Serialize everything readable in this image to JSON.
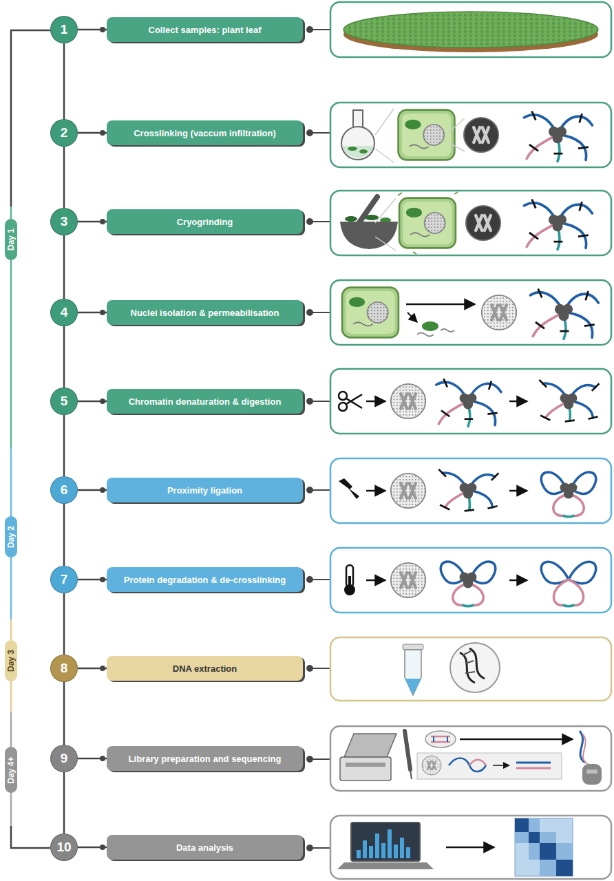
{
  "diagram": {
    "nodes": [
      {
        "text": [
          "1"
        ]
      },
      {
        "text": [
          "Collect samples: plant leaf"
        ]
      },
      {
        "text": [
          "2"
        ]
      },
      {
        "text": [
          "Crosslinking (vaccum infiltration)"
        ]
      },
      {
        "text": [
          "3"
        ]
      },
      {
        "text": [
          "Cryogrinding"
        ]
      },
      {
        "text": [
          "4"
        ]
      },
      {
        "text": [
          "Nuclei isolation & permeabilisation"
        ]
      },
      {
        "text": [
          "5"
        ]
      },
      {
        "text": [
          "Chromatin denaturation & digestion"
        ]
      },
      {
        "text": [
          "6"
        ]
      },
      {
        "text": [
          "Proximity ligation"
        ]
      },
      {
        "text": [
          "7"
        ]
      },
      {
        "text": [
          "Protein degradation & de-crosslinking"
        ]
      },
      {
        "text": [
          "8"
        ]
      },
      {
        "text": [
          "DNA extraction"
        ]
      },
      {
        "text": [
          "9"
        ]
      },
      {
        "text": [
          "Library preparation and sequencing"
        ]
      },
      {
        "text": [
          "10"
        ]
      },
      {
        "text": [
          "Data analysis"
        ]
      },
      {
        "text": [
          "Day 1"
        ]
      },
      {
        "text": [
          "Day 2"
        ]
      },
      {
        "text": [
          "Day 3"
        ]
      },
      {
        "text": [
          "Day 4+"
        ]
      }
    ],
    "edges": [
      {
        "from": 0,
        "to": 1,
        "arrow": "none"
      },
      {
        "from": 0,
        "to": 2,
        "arrow": "none"
      },
      {
        "from": 2,
        "to": 3,
        "arrow": "none"
      },
      {
        "from": 2,
        "to": 4,
        "arrow": "none"
      },
      {
        "from": 4,
        "to": 5,
        "arrow": "none"
      },
      {
        "from": 4,
        "to": 6,
        "arrow": "none"
      },
      {
        "from": 6,
        "to": 7,
        "arrow": "none"
      },
      {
        "from": 6,
        "to": 8,
        "arrow": "none"
      },
      {
        "from": 8,
        "to": 9,
        "arrow": "none"
      },
      {
        "from": 8,
        "to": 10,
        "arrow": "none"
      },
      {
        "from": 10,
        "to": 11,
        "arrow": "none"
      },
      {
        "from": 10,
        "to": 12,
        "arrow": "none"
      },
      {
        "from": 12,
        "to": 13,
        "arrow": "none"
      },
      {
        "from": 12,
        "to": 14,
        "arrow": "none"
      },
      {
        "from": 14,
        "to": 15,
        "arrow": "none"
      },
      {
        "from": 14,
        "to": 16,
        "arrow": "none"
      },
      {
        "from": 16,
        "to": 17,
        "arrow": "none"
      },
      {
        "from": 16,
        "to": 18,
        "arrow": "none"
      },
      {
        "from": 18,
        "to": 19,
        "arrow": "none"
      }
    ]
  }
}
